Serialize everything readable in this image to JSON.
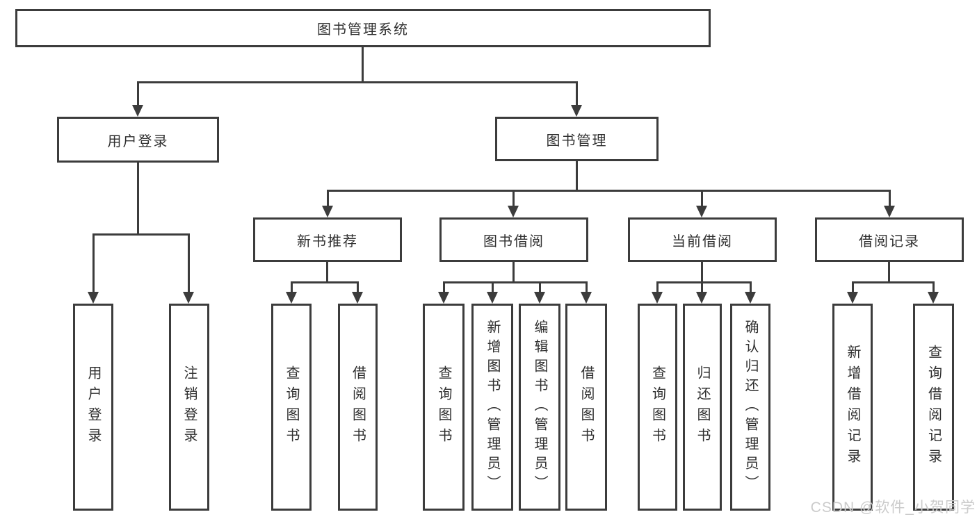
{
  "diagram": {
    "title_node": "图书管理系统",
    "root": {
      "label": "图书管理系统"
    },
    "branches": [
      {
        "label": "用户登录",
        "children": [
          {
            "label": "用户登录"
          },
          {
            "label": "注销登录"
          }
        ]
      },
      {
        "label": "图书管理",
        "children": [
          {
            "label": "新书推荐",
            "children": [
              {
                "label": "查询图书"
              },
              {
                "label": "借阅图书"
              }
            ]
          },
          {
            "label": "图书借阅",
            "children": [
              {
                "label": "查询图书"
              },
              {
                "label": "新增图书（管理员）"
              },
              {
                "label": "编辑图书（管理员）"
              },
              {
                "label": "借阅图书"
              }
            ]
          },
          {
            "label": "当前借阅",
            "children": [
              {
                "label": "查询图书"
              },
              {
                "label": "归还图书"
              },
              {
                "label": "确认归还（管理员）"
              }
            ]
          },
          {
            "label": "借阅记录",
            "children": [
              {
                "label": "新增借阅记录"
              },
              {
                "label": "查询借阅记录"
              }
            ]
          }
        ]
      }
    ],
    "watermark": "CSDN @软件_小贺同学",
    "colors": {
      "line": "#3c3c3c",
      "text": "#2f2f2f",
      "box_background": "#ffffff",
      "watermark": "#cbcbcb"
    }
  }
}
